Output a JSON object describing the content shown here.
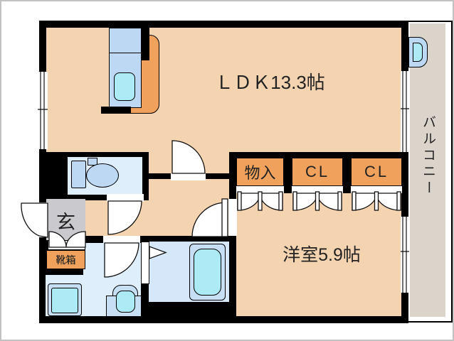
{
  "floorplan": {
    "rooms": {
      "ldk": {
        "label": "ＬＤＫ13.3帖"
      },
      "bedroom": {
        "label": "洋室5.9帖"
      },
      "storage": {
        "label": "物入"
      },
      "closet1": {
        "label": "CL"
      },
      "closet2": {
        "label": "CL"
      },
      "entrance": {
        "label": "玄"
      },
      "shoebox": {
        "label": "靴箱"
      },
      "balcony": {
        "label": "バルコニー"
      }
    },
    "colors": {
      "room_fill": "#F4D3B0",
      "closet_fill": "#F0A25C",
      "balcony_fill": "#DBD4CA",
      "entrance_fill": "#C9C9CE",
      "wet_fill": "#DFEEFB",
      "bath_fill": "#D5E7F8",
      "fixture_blue": "#BDD8F2",
      "pale_blue": "#C6DFF4",
      "water_cyan": "#ACEAF6",
      "wall": "#000000"
    },
    "fixtures": [
      "kitchen-sink-unit",
      "kitchen-counter",
      "kitchen-sink",
      "toilet",
      "toilet-tank",
      "washing-machine-pan",
      "wash-basin",
      "bathtub",
      "balcony-slop-sink",
      "window",
      "swing-door",
      "double-closet-door",
      "folding-bath-door",
      "shoe-cabinet"
    ]
  }
}
